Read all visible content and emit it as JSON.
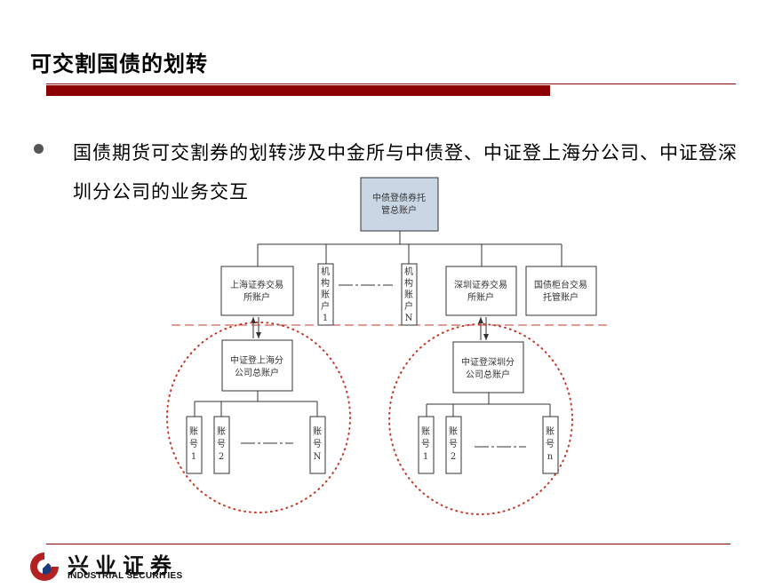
{
  "slide": {
    "title": "可交割国债的划转",
    "bullet": "国债期货可交割券的划转涉及中金所与中债登、中证登上海分公司、中证登深圳分公司的业务交互"
  },
  "diagram": {
    "top": "中债登债券托管总账户",
    "sh_exchange": "上海证券交易所账户",
    "inst1": [
      "机",
      "构",
      "账",
      "户",
      "1"
    ],
    "instN": [
      "机",
      "构",
      "账",
      "户",
      "N"
    ],
    "sz_exchange": "深圳证券交易所账户",
    "counter": "国债柜台交易托管账户",
    "sh_total": "中证登上海分公司总账户",
    "sz_total": "中证登深圳分公司总账户",
    "sh_accounts": [
      [
        "账",
        "号",
        "1"
      ],
      [
        "账",
        "号",
        "2"
      ],
      [
        "账",
        "号",
        "N"
      ]
    ],
    "sz_accounts": [
      [
        "账",
        "号",
        "1"
      ],
      [
        "账",
        "号",
        "2"
      ],
      [
        "账",
        "号",
        "n"
      ]
    ],
    "colors": {
      "top_fill": "#c9d6e3",
      "red_dash": "#c0392b",
      "line": "#333333"
    }
  },
  "footer": {
    "logo_cn": "兴业证券",
    "logo_en": "INDUSTRIAL SECURITIES",
    "brand_color": "#b22222"
  }
}
